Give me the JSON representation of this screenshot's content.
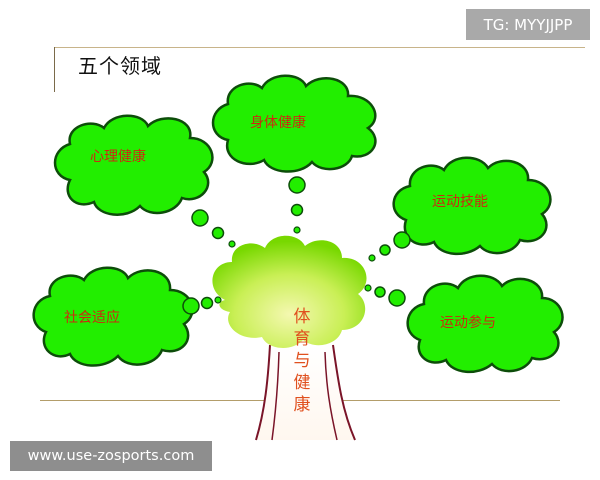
{
  "title": "五个领域",
  "center": {
    "label": "体育与健康"
  },
  "domains": [
    {
      "id": "body-health",
      "label": "身体健康"
    },
    {
      "id": "mental-health",
      "label": "心理健康"
    },
    {
      "id": "motor-skills",
      "label": "运动技能"
    },
    {
      "id": "social-adaptation",
      "label": "社会适应"
    },
    {
      "id": "sports-participation",
      "label": "运动参与"
    }
  ],
  "watermarks": {
    "tg": "TG: MYYJJPP",
    "url": "www.use-zosports.com"
  },
  "colors": {
    "cloud_fill": "#22ee00",
    "cloud_stroke": "#0d4d0a",
    "label": "#cc2a10",
    "tree_top": "#f2f7a0",
    "tree_bottom": "#7fdc00"
  }
}
